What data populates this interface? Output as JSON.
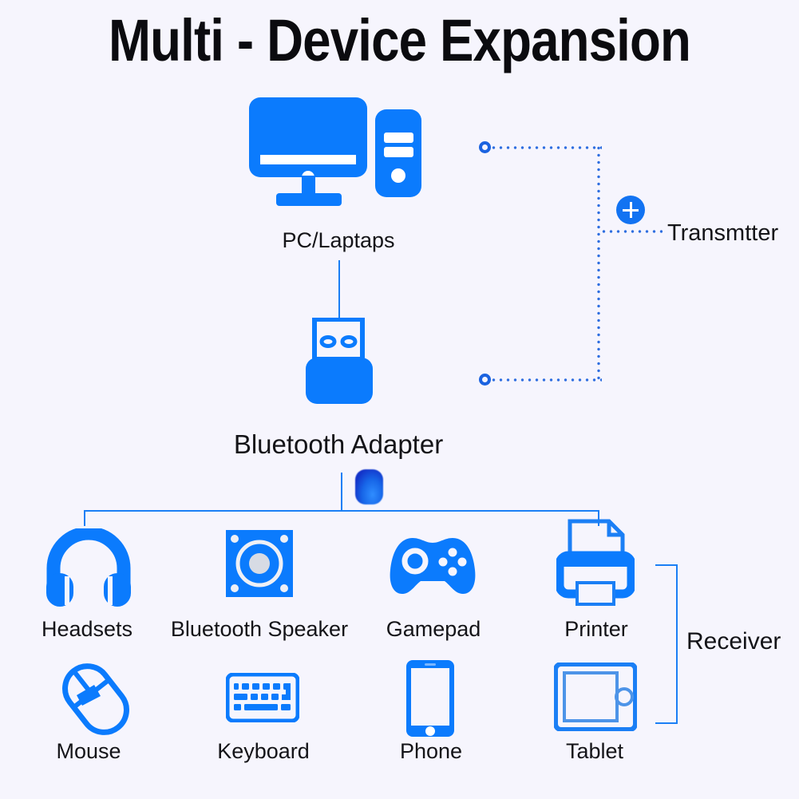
{
  "title": "Multi - Device Expansion",
  "theme": {
    "background": "#f6f5fd",
    "primary_blue": "#0b7bfd",
    "line_blue": "#1b7ff5",
    "dot_blue": "#2f6fe0",
    "text": "#141418"
  },
  "nodes": {
    "pc": {
      "label": "PC/Laptaps",
      "icon": "desktop-computer-icon"
    },
    "adapter": {
      "label": "Bluetooth Adapter",
      "icon": "usb-dongle-icon",
      "badge_icon": "bluetooth-logo-icon"
    },
    "transmitter": {
      "label": "Transmtter",
      "icon": "plus-circle-icon"
    },
    "receiver": {
      "label": "Receiver",
      "icon": "receiver-bracket"
    }
  },
  "devices": [
    {
      "label": "Headsets",
      "icon": "headphones-icon"
    },
    {
      "label": "Bluetooth Speaker",
      "icon": "speaker-icon"
    },
    {
      "label": "Gamepad",
      "icon": "gamepad-icon"
    },
    {
      "label": "Printer",
      "icon": "printer-icon"
    },
    {
      "label": "Mouse",
      "icon": "mouse-icon"
    },
    {
      "label": "Keyboard",
      "icon": "keyboard-icon"
    },
    {
      "label": "Phone",
      "icon": "smartphone-icon"
    },
    {
      "label": "Tablet",
      "icon": "tablet-icon"
    }
  ]
}
